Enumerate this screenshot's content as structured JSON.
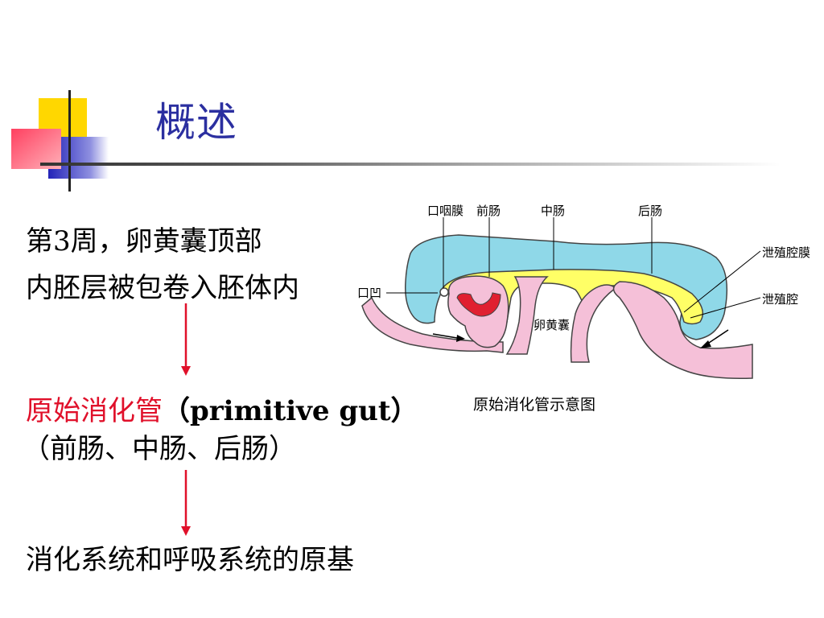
{
  "slide": {
    "title": "概述",
    "lines": {
      "line1": "第3周，卵黄囊顶部",
      "line2": "内胚层被包卷入胚体内",
      "line3_red": "原始消化管",
      "line3_rest": "（primitive  gut）",
      "line4": "（前肠、中肠、后肠）",
      "line5": "消化系统和呼吸系统的原基"
    }
  },
  "diagram": {
    "labels": {
      "oropharyngeal_membrane": "口咽膜",
      "foregut": "前肠",
      "midgut": "中肠",
      "hindgut": "后肠",
      "cloacal_membrane": "泄殖腔膜",
      "cloaca": "泄殖腔",
      "stomodeum": "口凹",
      "yolk_sac": "卵黄囊"
    },
    "caption": "原始消化管示意图",
    "colors": {
      "ectoderm": "#8fd8e8",
      "endoderm": "#ffff66",
      "mesoderm": "#f5c0d8",
      "heart": "#e02030"
    }
  },
  "theme": {
    "title_color": "#2b2fa0",
    "highlight_color": "#e0102a"
  }
}
